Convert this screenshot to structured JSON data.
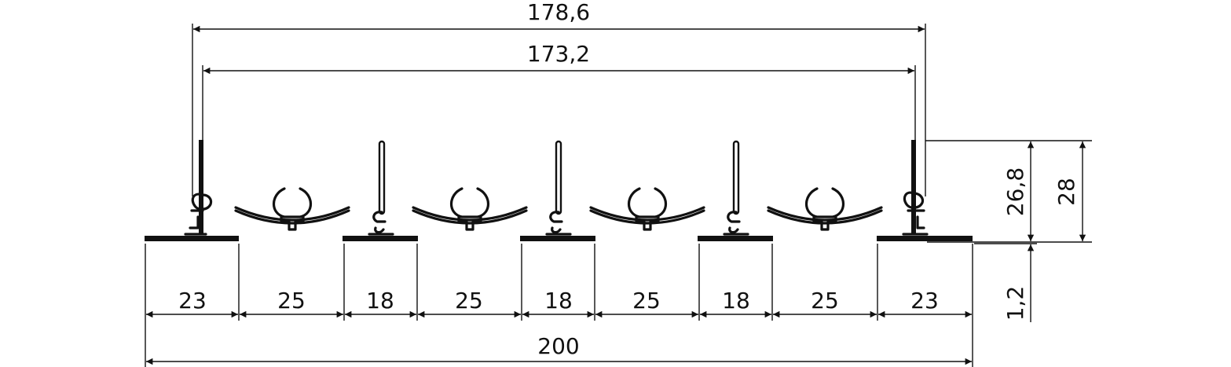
{
  "dimensions": {
    "overall_top": "178,6",
    "inner_top": "173,2",
    "overall_bottom": "200",
    "height_inner": "26,8",
    "height_outer": "28",
    "thickness": "1,2",
    "segments": [
      "23",
      "25",
      "18",
      "25",
      "18",
      "25",
      "18",
      "25",
      "23"
    ]
  },
  "colors": {
    "line": "#111111",
    "background": "#ffffff"
  }
}
